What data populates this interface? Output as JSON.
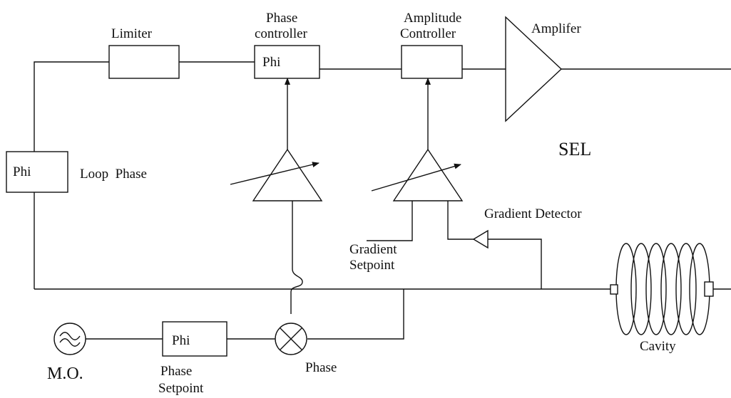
{
  "labels": {
    "limiter": "Limiter",
    "phase_controller_line1": "Phase",
    "phase_controller_line2": "controller",
    "phase_controller_box": "Phi",
    "amplitude_controller_line1": "Amplitude",
    "amplitude_controller_line2": "Controller",
    "amplifier": "Amplifer",
    "sel": "SEL",
    "loop_phase_box": "Phi",
    "loop_phase": "Loop  Phase",
    "gradient_detector": "Gradient Detector",
    "gradient_setpoint_line1": "Gradient",
    "gradient_setpoint_line2": "Setpoint",
    "cavity": "Cavity",
    "master_oscillator": "M.O.",
    "phase_setpoint_box": "Phi",
    "phase_setpoint_line1": "Phase",
    "phase_setpoint_line2": "Setpoint",
    "phase_detector": "Phase"
  }
}
